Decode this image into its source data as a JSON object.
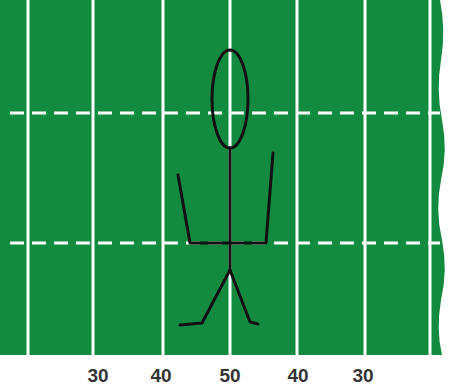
{
  "diagram": {
    "labels": [
      "30",
      "40",
      "50",
      "40",
      "30"
    ]
  }
}
